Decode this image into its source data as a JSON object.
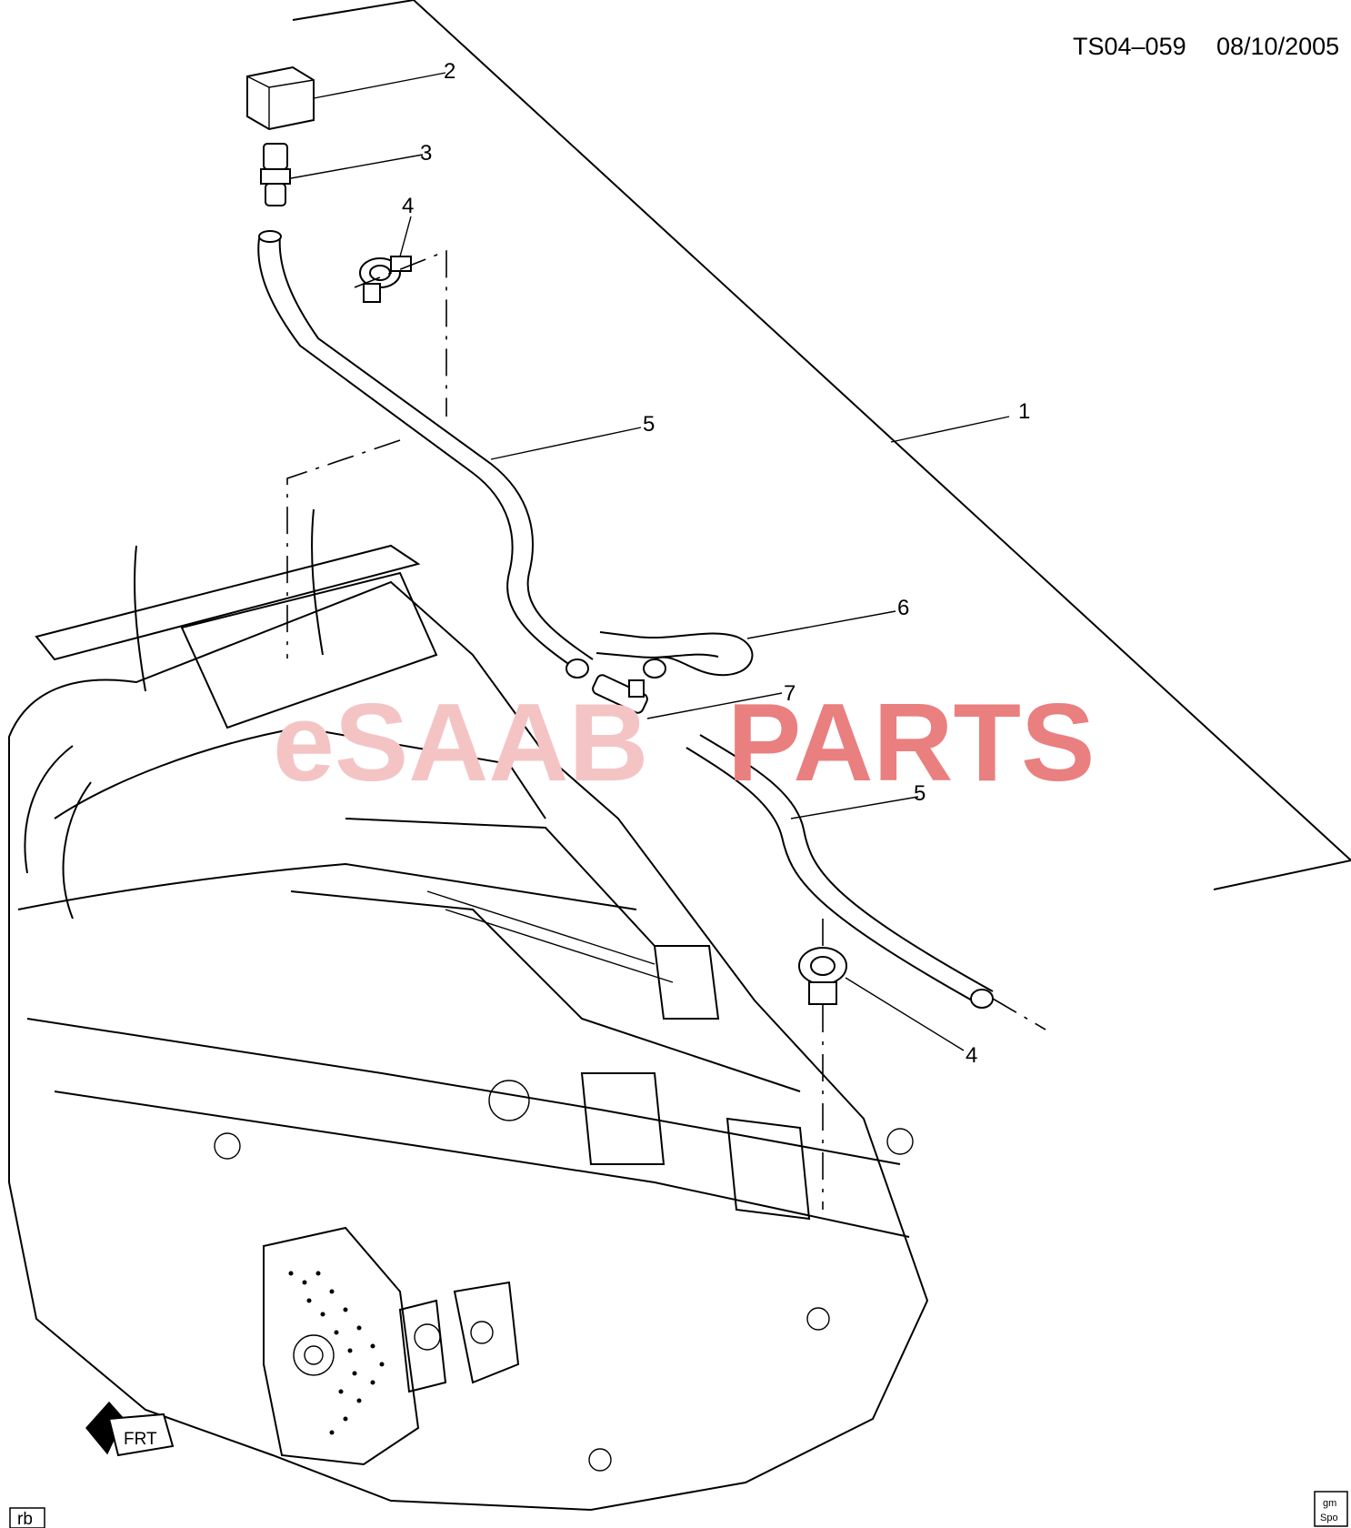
{
  "header": {
    "drawing_id": "TS04–059",
    "date": "08/10/2005"
  },
  "watermark": {
    "prefix": "eSAAB",
    "suffix": "PARTS",
    "color_prefix": "#f4c4c4",
    "color_suffix": "#e97f7f"
  },
  "callouts": {
    "c1": "1",
    "c2": "2",
    "c3": "3",
    "c4_top": "4",
    "c4_bottom": "4",
    "c5_top": "5",
    "c5_bottom": "5",
    "c6": "6",
    "c7": "7"
  },
  "footer": {
    "artist_initials": "rb",
    "front_marker": "FRT",
    "logo_line1": "gm",
    "logo_line2": "Spo"
  }
}
